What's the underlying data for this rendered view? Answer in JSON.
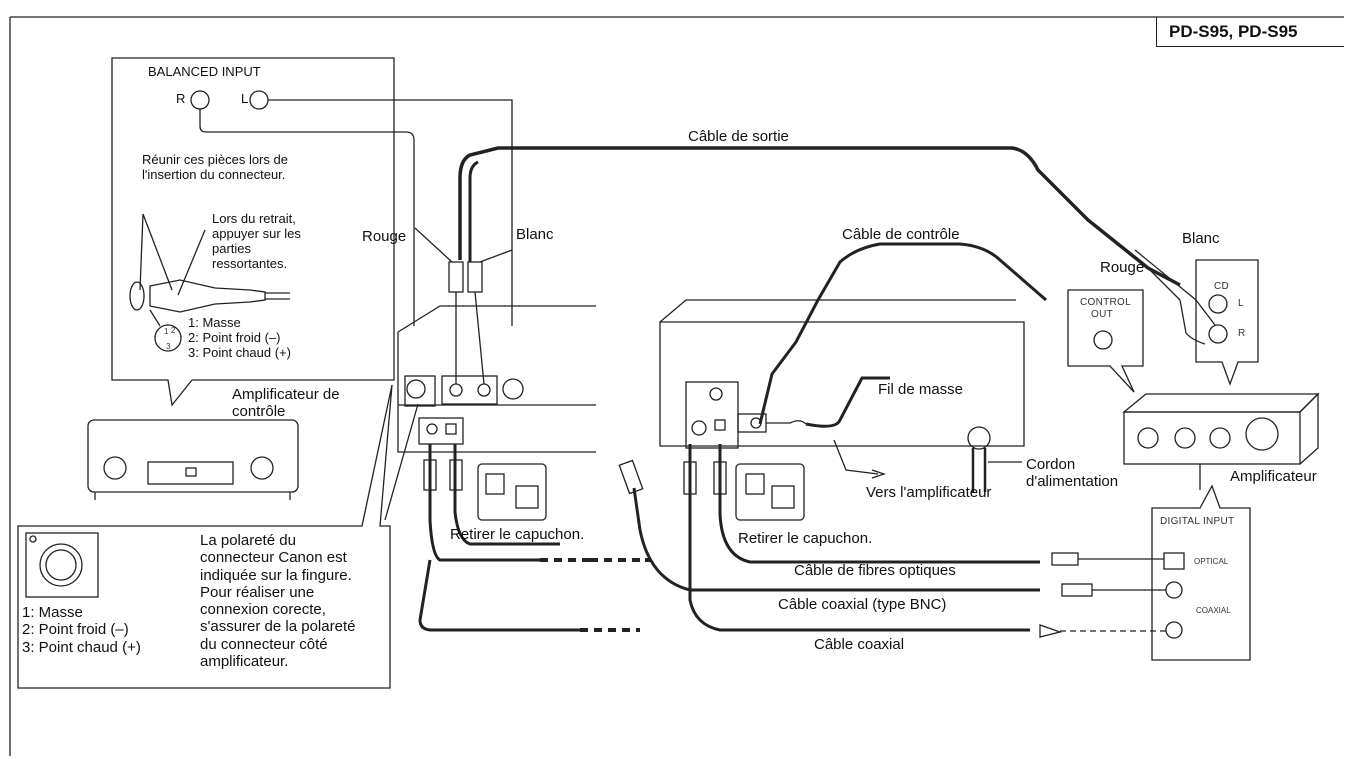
{
  "header": {
    "model": "PD-S95, PD-S95"
  },
  "balanced_box": {
    "title": "BALANCED INPUT",
    "r": "R",
    "l": "L",
    "join_note": "Réunir ces pièces lors de\nl'insertion du connecteur.",
    "remove_note": "Lors du retrait,\nappuyer sur les\nparties\nressortantes.",
    "pin_legend": "1: Masse\n2: Point froid (–)\n3: Point chaud (+)"
  },
  "polarity_box": {
    "pin_legend": "1: Masse\n2: Point froid (–)\n3: Point chaud (+)",
    "note": "La polareté du\nconnecteur Canon est\nindiquée sur la fingure.\nPour réaliser une\nconnexion corecte,\ns'assurer de la polareté\ndu connecteur côté\namplificateur."
  },
  "labels": {
    "cable_sortie": "Câble de sortie",
    "rouge_left": "Rouge",
    "blanc_left": "Blanc",
    "cable_controle": "Câble de contrôle",
    "blanc_right": "Blanc",
    "rouge_right": "Rouge",
    "ampli_controle": "Amplificateur de\ncontrôle",
    "fil_masse": "Fil de masse",
    "cordon": "Cordon\nd'alimentation",
    "vers_ampli": "Vers l'amplificateur",
    "amplificateur": "Amplificateur",
    "retirer_1": "Retirer le capuchon.",
    "retirer_2": "Retirer le capuchon.",
    "fibres": "Câble de fibres optiques",
    "coax_bnc": "Câble coaxial (type BNC)",
    "coax": "Câble coaxial"
  },
  "control_out": {
    "line1": "CONTROL",
    "line2": "OUT"
  },
  "cd_box": {
    "title": "CD",
    "l": "L",
    "r": "R"
  },
  "digital_input": {
    "title": "DIGITAL INPUT",
    "optical": "OPTICAL",
    "coaxial": "COAXIAL"
  },
  "pin_numbers": {
    "p1": "1",
    "p2": "2",
    "p3": "3"
  }
}
